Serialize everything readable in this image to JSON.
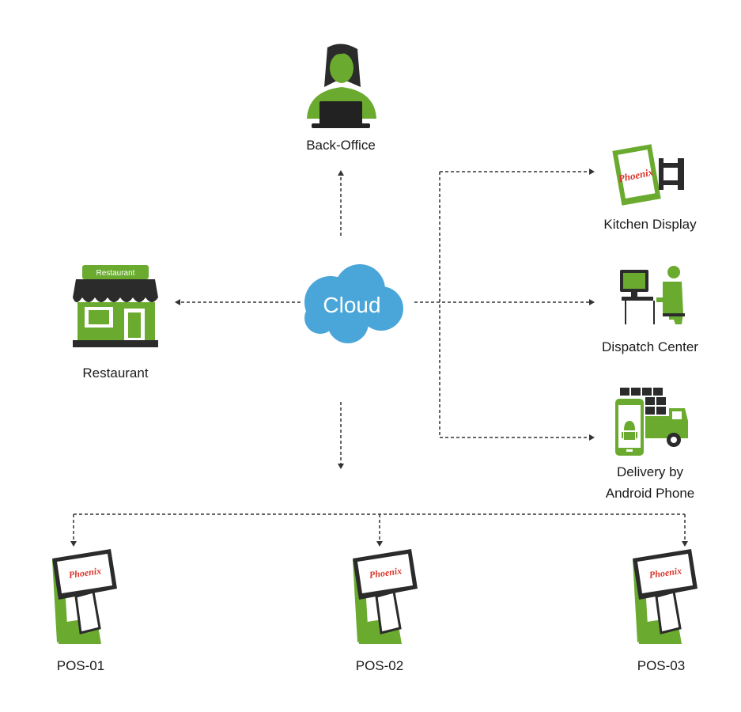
{
  "center": {
    "label": "Cloud"
  },
  "nodes": {
    "back_office": "Back-Office",
    "restaurant": "Restaurant",
    "restaurant_sign": "Restaurant",
    "kitchen_display": "Kitchen Display",
    "dispatch_center": "Dispatch Center",
    "delivery_line1": "Delivery by",
    "delivery_line2": "Android Phone",
    "pos": [
      "POS-01",
      "POS-02",
      "POS-03"
    ]
  },
  "colors": {
    "green": "#6aab2f",
    "dark": "#2b2b2b",
    "cloud": "#4aa6d8",
    "line": "#333333"
  }
}
